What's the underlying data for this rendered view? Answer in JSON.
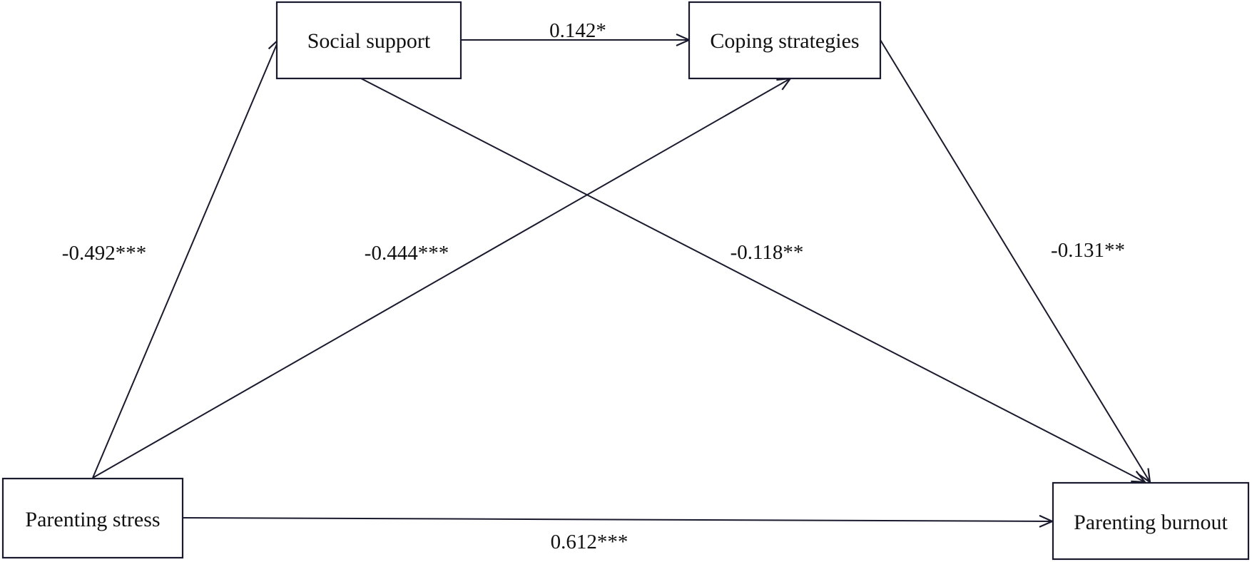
{
  "nodes": {
    "social_support": "Social support",
    "coping_strategies": "Coping strategies",
    "parenting_stress": "Parenting stress",
    "parenting_burnout": "Parenting burnout"
  },
  "paths": {
    "stress_to_social": "-0.492***",
    "stress_to_coping": "-0.444***",
    "social_to_coping": "0.142*",
    "social_to_burnout": "-0.118**",
    "coping_to_burnout": "-0.131**",
    "stress_to_burnout": "0.612***"
  },
  "colors": {
    "line": "#1a1a2e",
    "text": "#111111"
  }
}
